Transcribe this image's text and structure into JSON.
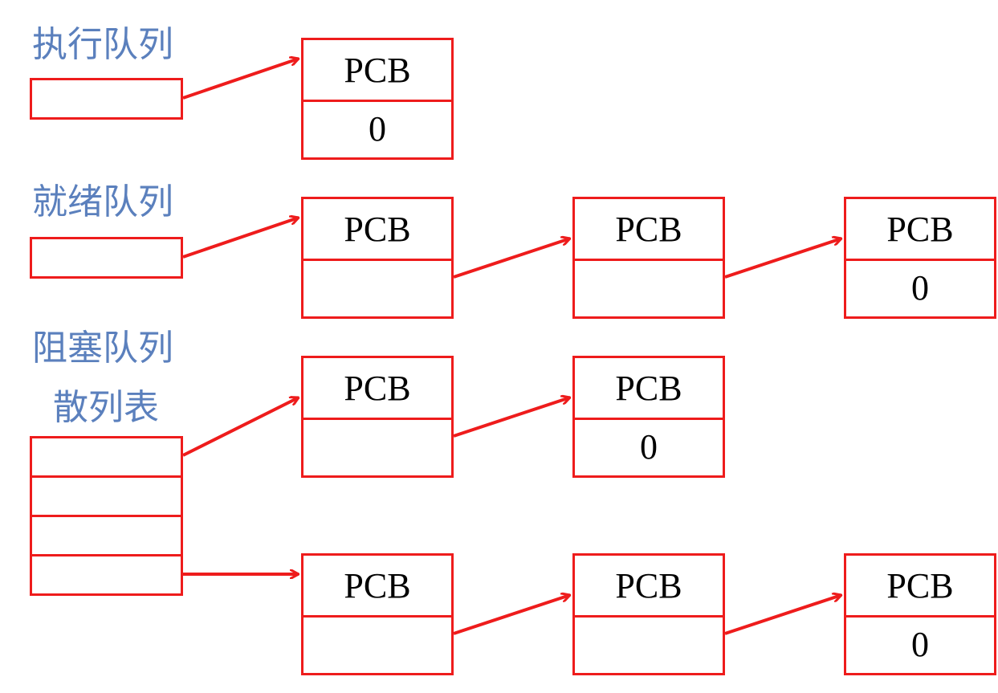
{
  "labels": {
    "running_queue": "执行队列",
    "ready_queue": "就绪队列",
    "blocked_queue": "阻塞队列",
    "hash_table": "散列表"
  },
  "pcb_label": "PCB",
  "null_pointer": "0",
  "colors": {
    "box_border": "#ee1c1c",
    "label_text": "#5b80bd",
    "arrow": "#ee1c1c"
  },
  "queues": {
    "running": [
      {
        "title": "PCB",
        "next": "0"
      }
    ],
    "ready": [
      {
        "title": "PCB",
        "next": ""
      },
      {
        "title": "PCB",
        "next": ""
      },
      {
        "title": "PCB",
        "next": "0"
      }
    ],
    "blocked_chain_1": [
      {
        "title": "PCB",
        "next": ""
      },
      {
        "title": "PCB",
        "next": "0"
      }
    ],
    "blocked_chain_2": [
      {
        "title": "PCB",
        "next": ""
      },
      {
        "title": "PCB",
        "next": ""
      },
      {
        "title": "PCB",
        "next": "0"
      }
    ]
  }
}
